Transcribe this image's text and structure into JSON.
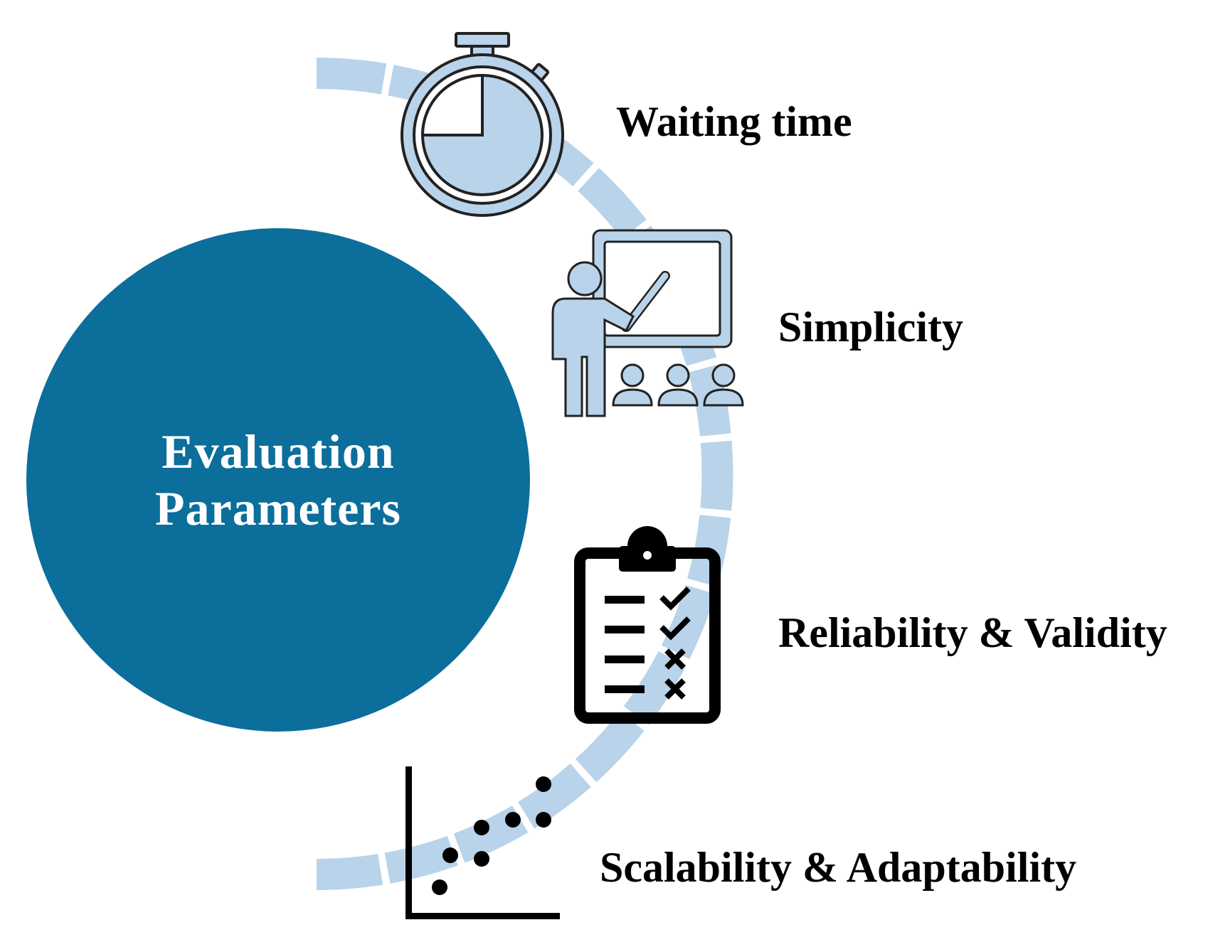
{
  "center": {
    "line1": "Evaluation",
    "line2": "Parameters"
  },
  "parameters": [
    {
      "label": "Waiting time",
      "icon": "stopwatch-icon"
    },
    {
      "label": "Simplicity",
      "icon": "presentation-icon"
    },
    {
      "label": "Reliability & Validity",
      "icon": "clipboard-checklist-icon"
    },
    {
      "label": "Scalability & Adaptability",
      "icon": "scatter-plot-icon"
    }
  ],
  "colors": {
    "center_circle": "#0b6e9b",
    "arc": "#b8d3ea",
    "icon_fill": "#b8d3ea",
    "icon_stroke": "#222222",
    "text": "#000000"
  }
}
